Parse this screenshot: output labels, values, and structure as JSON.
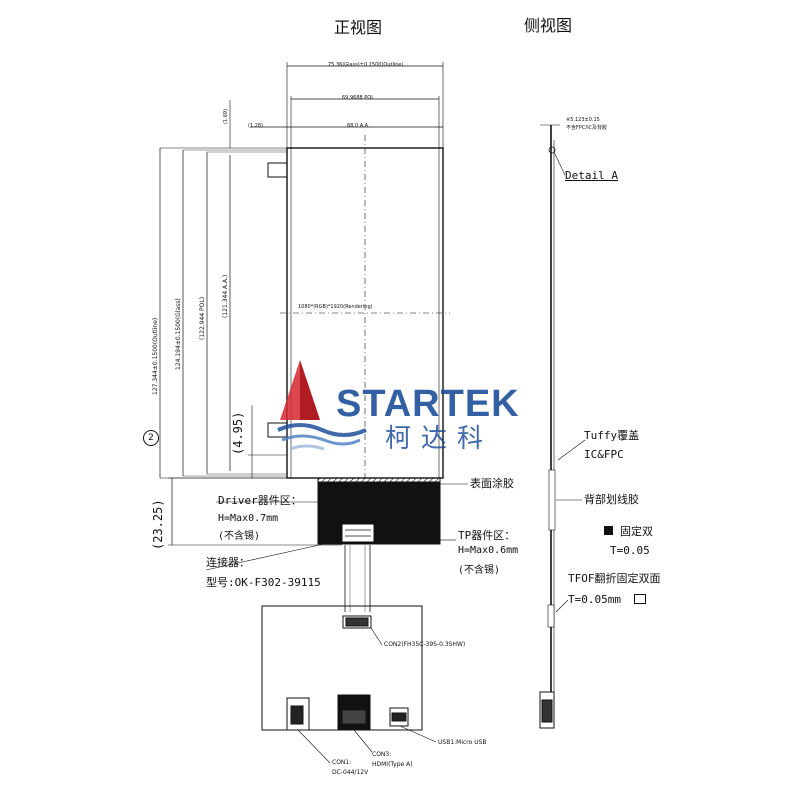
{
  "views": {
    "front": "正视图",
    "side": "侧视图"
  },
  "front_dims": {
    "overall_width": "75.36(Glass)±0.1500(Outline)",
    "pol_width": "69.9688 POL",
    "aa_width": "68.0 A.A.",
    "offset_left": "(1.28)",
    "offset_top": "(1.69)",
    "overall_height": "127.344±0.1500(Outline)",
    "glass_height": "124.194±0.1500(Glass)",
    "pol_height": "(122.944 POL)",
    "aa_height": "(121.344 A.A.)",
    "resolution": "1080*(RGB)*1920(Rendering)",
    "dim_4_95": "(4.95)",
    "dim_23_25": "(23.25)",
    "circle_mark": "2"
  },
  "front_labels": {
    "driver_title": "Driver器件区：",
    "driver_h": "H=Max0.7mm",
    "driver_note": "(不含锡)",
    "connector_title": "连接器：",
    "connector_model": "型号:OK-F302-39115",
    "surface_glue": "表面涂胶",
    "tp_title": "TP器件区：",
    "tp_h": "H=Max0.6mm",
    "tp_note": "(不含锡)"
  },
  "board_labels": {
    "con2": "CON2(FH35C-39S-0.3SHW)",
    "con1_a": "CON1:",
    "con1_b": "DC-044/12V",
    "con3_a": "CON3:",
    "con3_b": "HDMI(Type A)",
    "usb": "USB1:Micro USB"
  },
  "side_labels": {
    "top_note_a": "※5.123±0.15",
    "top_note_b": "不含FPC/IC及背胶",
    "detail": "Detail A",
    "tuffy": "Tuffy覆盖",
    "ic_fpc": "IC&FPC",
    "back_glue": "背部划线胶",
    "fix_double": "固定双",
    "t1": "T=0.05",
    "tfof": "TFOF翻折固定双面",
    "t2": "T=0.05mm"
  },
  "watermark": {
    "brand": "STARTEK",
    "cn": "柯达科"
  },
  "colors": {
    "line": "#111111",
    "logo_blue": "#1e4f9a",
    "logo_red": "#d7282f",
    "logo_light": "#9fb6d6"
  }
}
